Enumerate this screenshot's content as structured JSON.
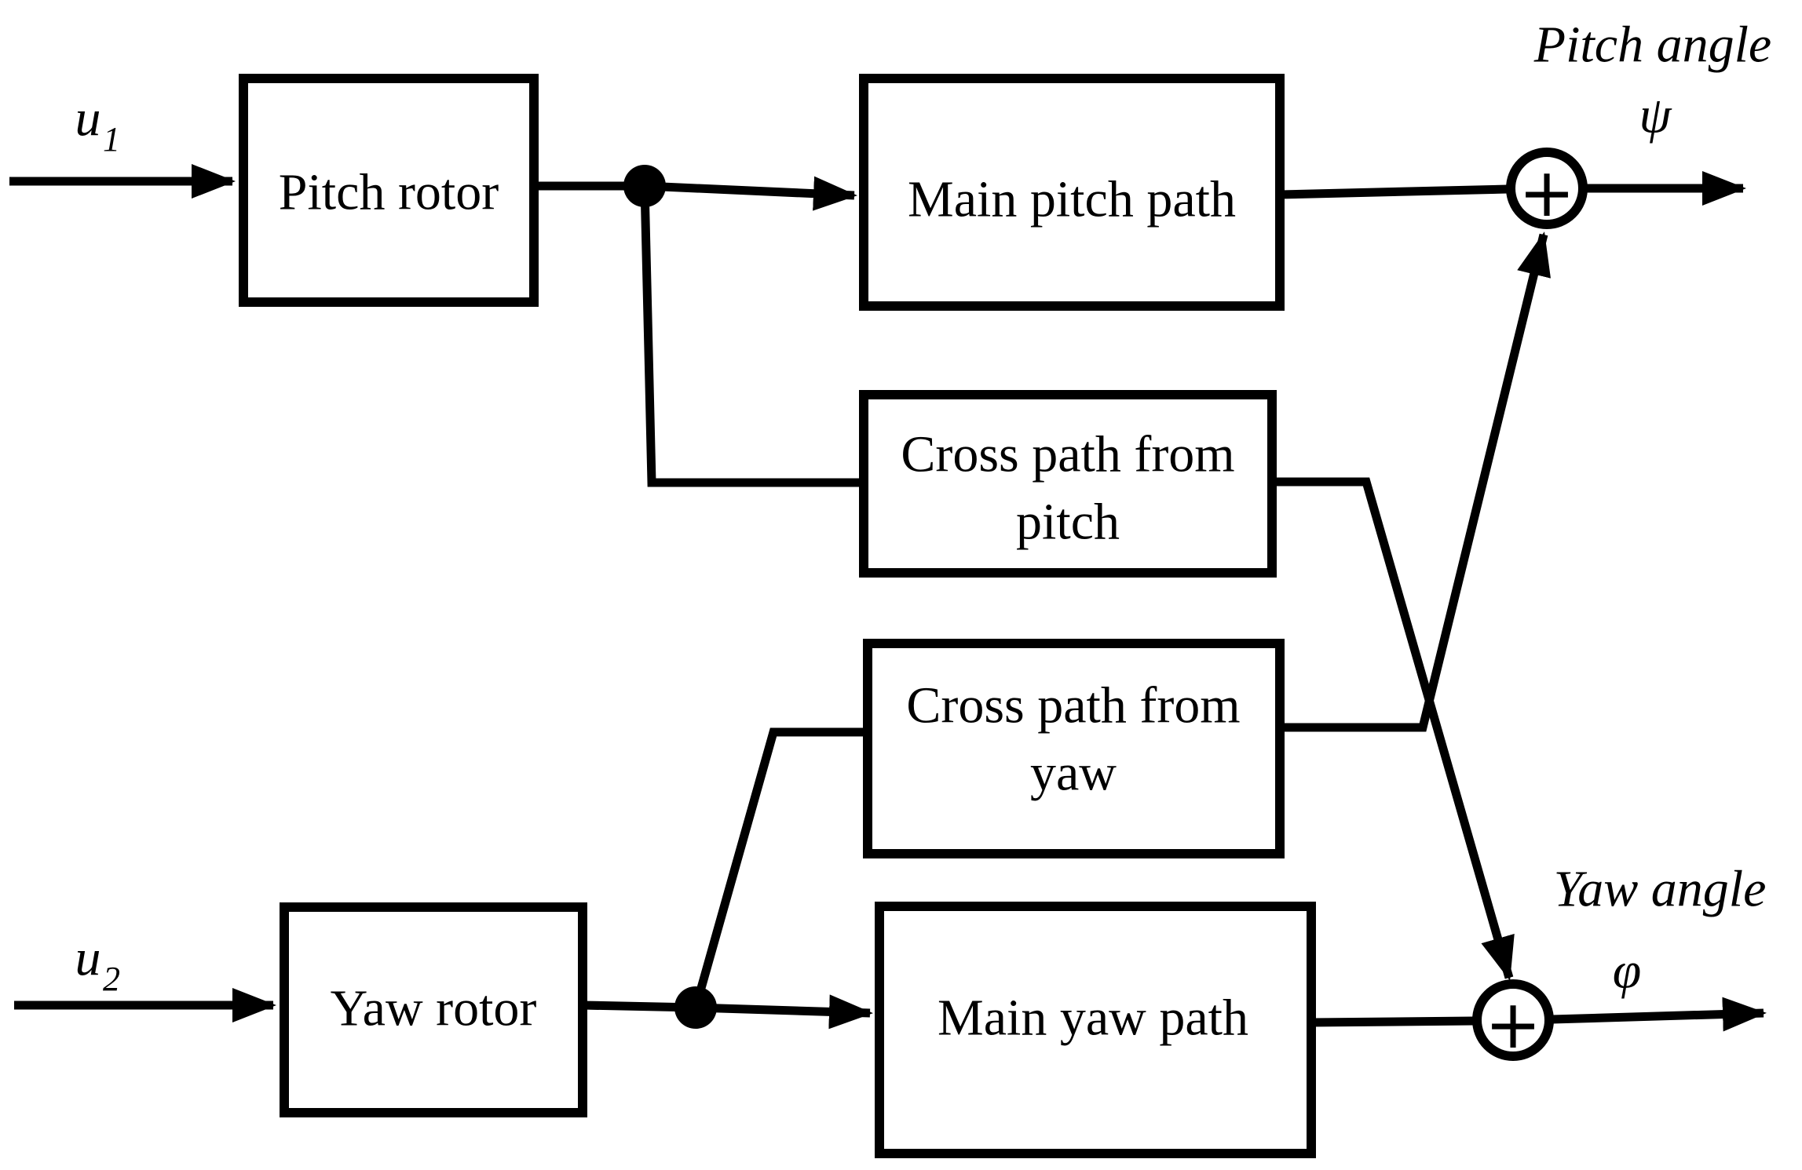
{
  "diagram": {
    "background_color": "#ffffff",
    "ink_color": "#000000",
    "inputs": {
      "u1": {
        "base": "u",
        "sub": "1"
      },
      "u2": {
        "base": "u",
        "sub": "2"
      }
    },
    "blocks": {
      "pitch_rotor": {
        "label": "Pitch rotor"
      },
      "main_pitch_path": {
        "label": "Main pitch path"
      },
      "cross_path_from_pitch": {
        "line1": "Cross path from",
        "line2": "pitch"
      },
      "cross_path_from_yaw": {
        "line1": "Cross path from",
        "line2": "yaw"
      },
      "yaw_rotor": {
        "label": "Yaw rotor"
      },
      "main_yaw_path": {
        "label": "Main yaw path"
      }
    },
    "summing_junctions": {
      "pitch": {
        "operator": "+"
      },
      "yaw": {
        "operator": "+"
      }
    },
    "outputs": {
      "pitch": {
        "label": "Pitch angle",
        "symbol": "ψ"
      },
      "yaw": {
        "label": "Yaw angle",
        "symbol": "φ"
      }
    }
  }
}
